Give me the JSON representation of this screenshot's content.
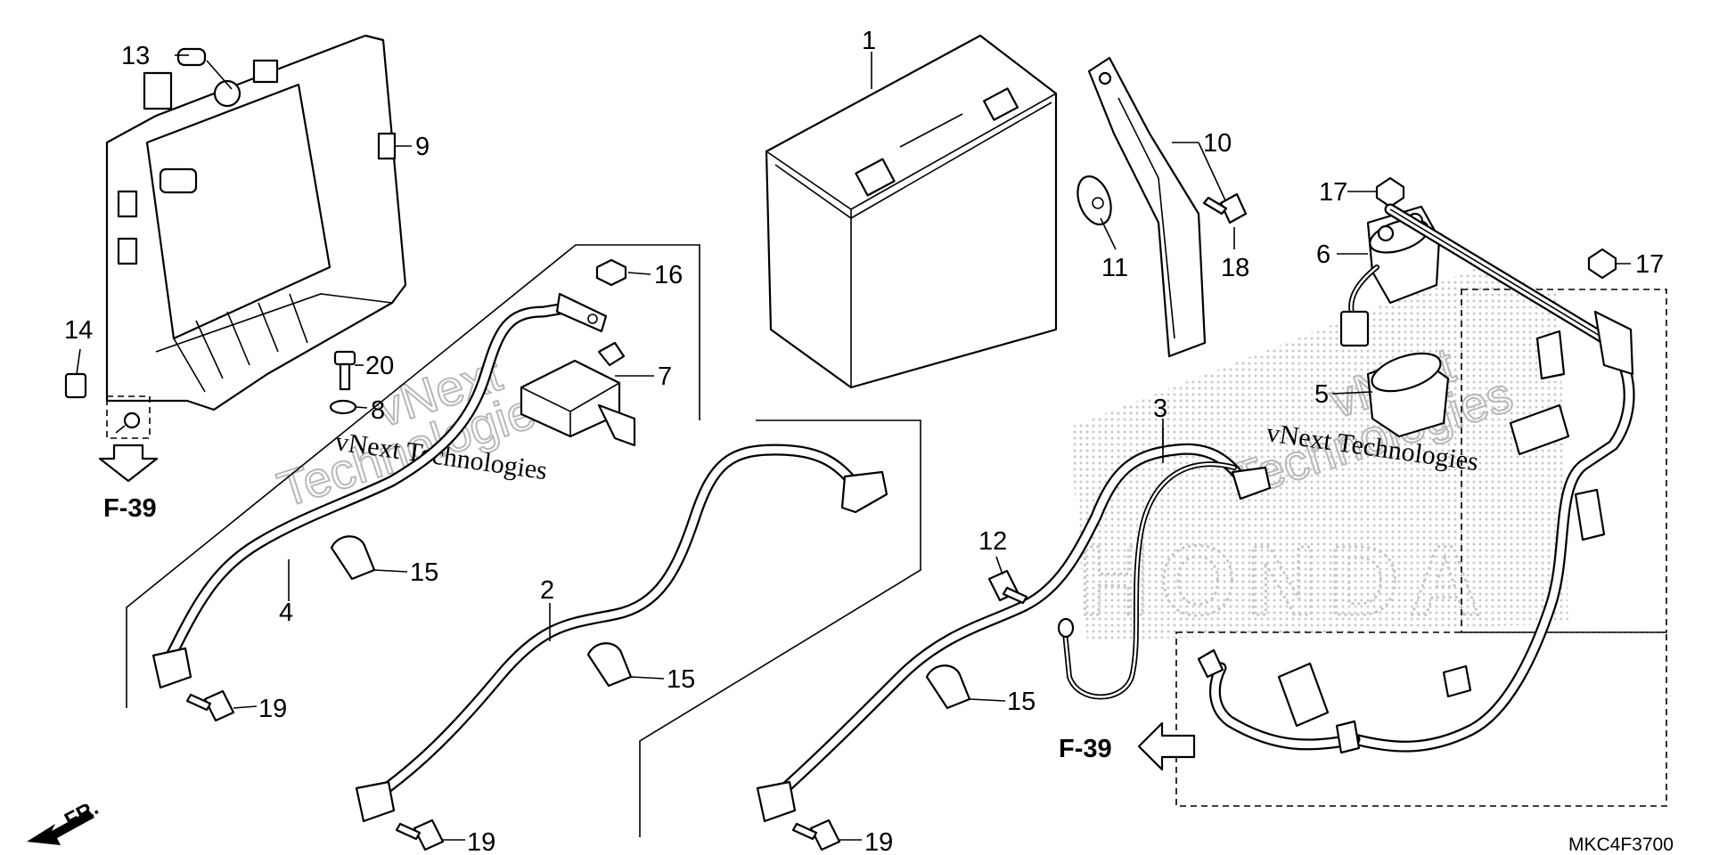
{
  "callouts": {
    "c1": "1",
    "c2": "2",
    "c3": "3",
    "c4": "4",
    "c5": "5",
    "c6": "6",
    "c7": "7",
    "c8": "8",
    "c9": "9",
    "c10": "10",
    "c11": "11",
    "c12": "12",
    "c13": "13",
    "c14": "14",
    "c15a": "15",
    "c15b": "15",
    "c15c": "15",
    "c16": "16",
    "c17a": "17",
    "c17b": "17",
    "c18": "18",
    "c19a": "19",
    "c19b": "19",
    "c19c": "19",
    "c20": "20"
  },
  "references": {
    "left": "F-39",
    "right": "F-39"
  },
  "direction_label": "FR.",
  "diagram_code": "MKC4F3700",
  "watermarks": {
    "brand": "HONDA",
    "text_a": "vNext Technologies",
    "text_b": "vNext Technologies",
    "big_a1": "vNext",
    "big_a2": "Technologies",
    "big_b1": "vNext",
    "big_b2": "Technologies"
  }
}
